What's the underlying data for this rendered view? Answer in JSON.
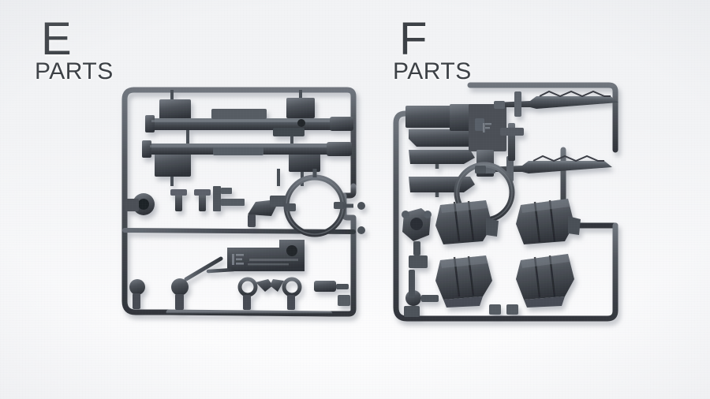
{
  "scene": {
    "description": "Photograph of two injection-molded plastic model kit runners (sprues) laid on a light gray surface",
    "background_color": "#f4f5f7",
    "plastic_color": "#4a4f56",
    "plastic_highlight": "#6d737b",
    "plastic_shadow": "#2e3238",
    "label_color": "#3c4045"
  },
  "labels": [
    {
      "id": "e",
      "letter": "E",
      "word": "PARTS"
    },
    {
      "id": "f",
      "letter": "F",
      "word": "PARTS"
    }
  ],
  "sprues": [
    {
      "id": "e",
      "letter": "E",
      "word": "PARTS",
      "contents": "two long gun barrels with receiver blocks, a circular ring part, small cylinders, nozzles, a flat marked plate, hand and joint parts",
      "part_count_visible": 24
    },
    {
      "id": "f",
      "letter": "F",
      "word": "PARTS",
      "contents": "two serrated blade / knife parts, two beam-saber handles, a circular ring part, four ribbed ammunition magazine blocks, a multi-joint connector and small fittings",
      "part_count_visible": 20
    }
  ]
}
